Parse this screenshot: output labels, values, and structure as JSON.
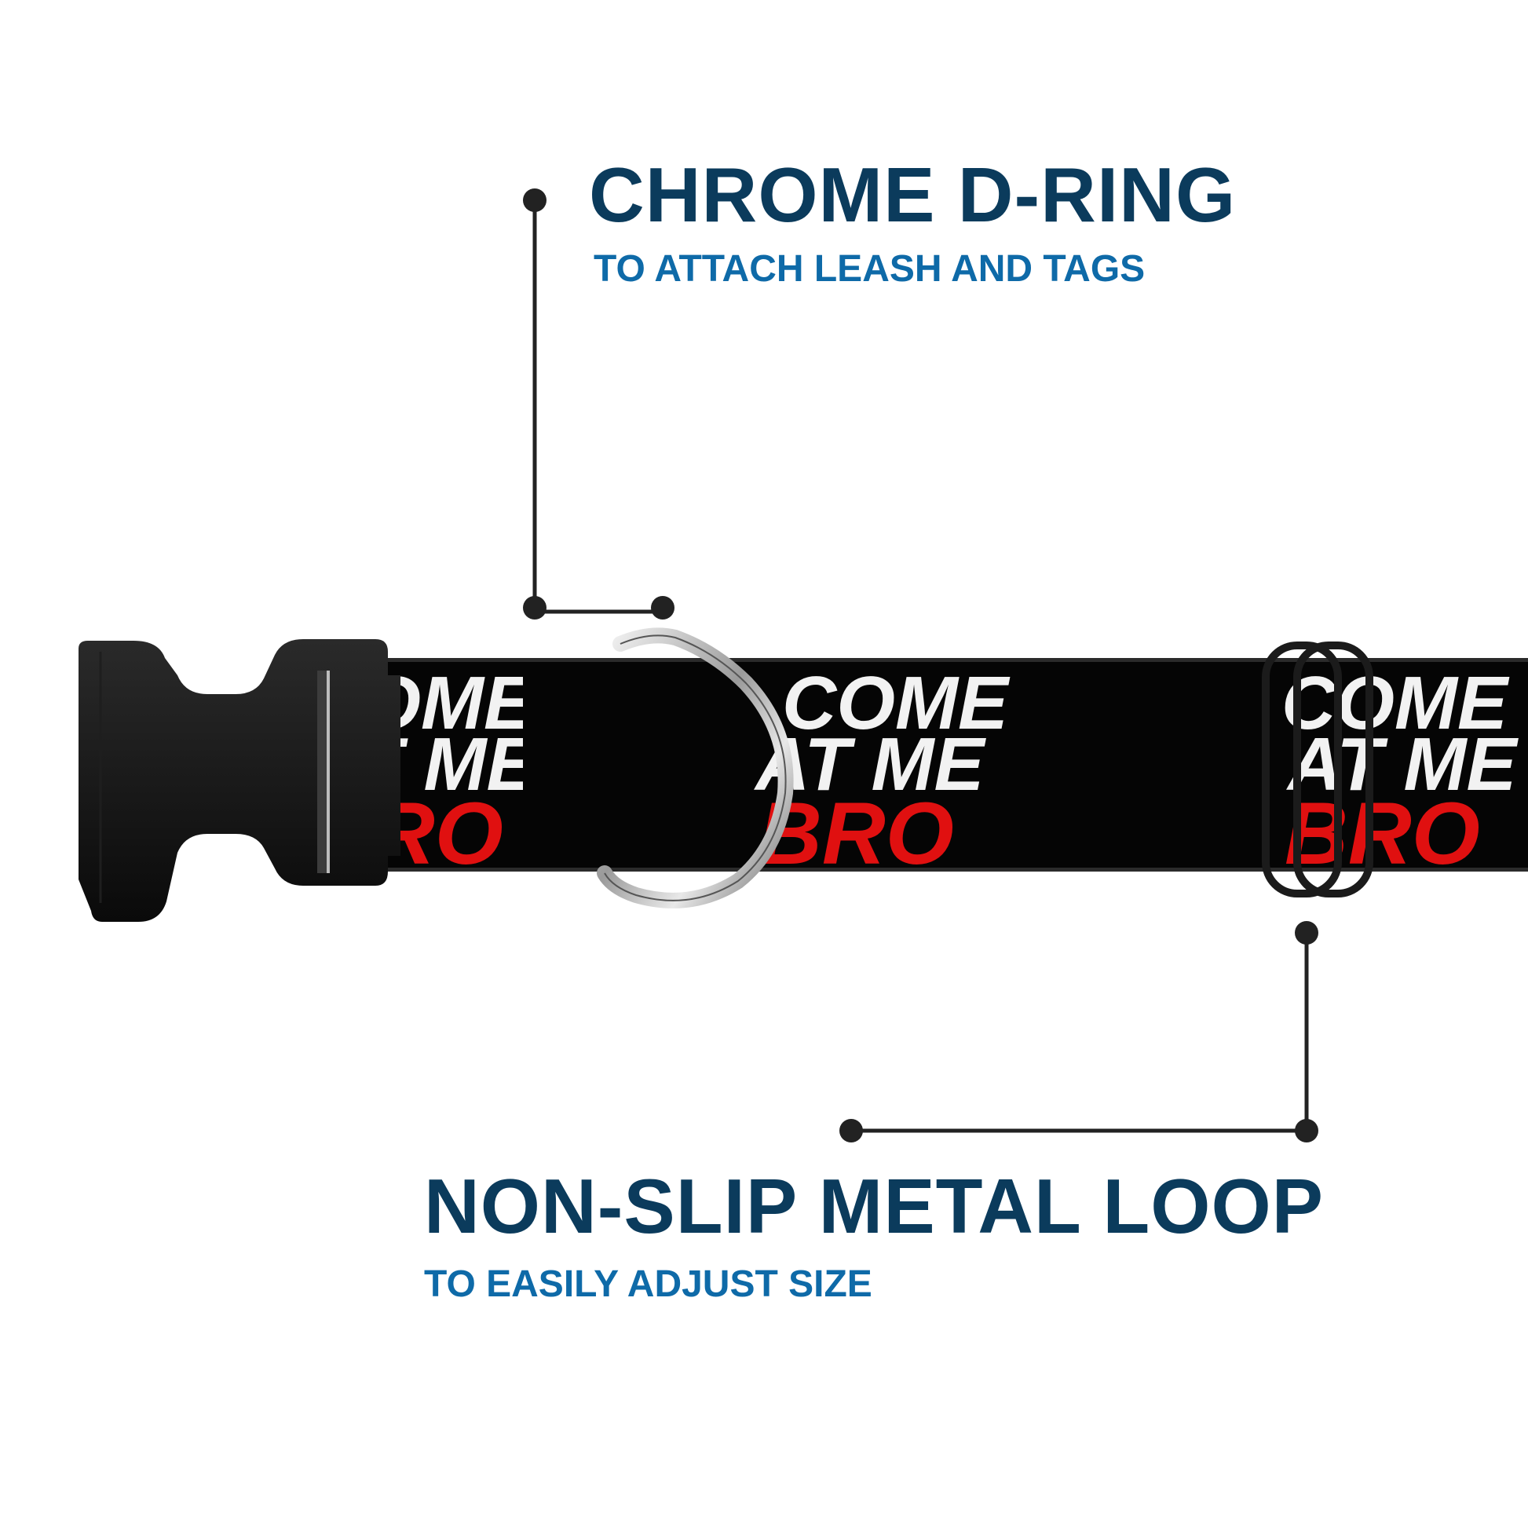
{
  "callouts": [
    {
      "title": "CHROME D-RING",
      "subtitle": "TO ATTACH LEASH AND TAGS"
    },
    {
      "title": "NON-SLIP METAL LOOP",
      "subtitle": "TO EASILY ADJUST SIZE"
    }
  ],
  "collar": {
    "print_lines": [
      "COME",
      "AT ME",
      "BRO"
    ],
    "visible_fragments": {
      "left": [
        "OME",
        "T ME",
        "RO"
      ],
      "middle": [
        "COME",
        "AT ME",
        "BRO"
      ],
      "right": [
        "COME",
        "AT ME",
        "BRO"
      ]
    }
  },
  "colors": {
    "title": "#0b3b5c",
    "subtitle": "#0e6aa8",
    "leader_line": "#222222",
    "strap": "#050505",
    "print_white": "#f2f2f2",
    "print_red": "#e01010"
  },
  "icons": {
    "buckle": "side-release-buckle-icon",
    "d_ring": "chrome-d-ring-icon",
    "loop": "metal-loop-icon"
  }
}
